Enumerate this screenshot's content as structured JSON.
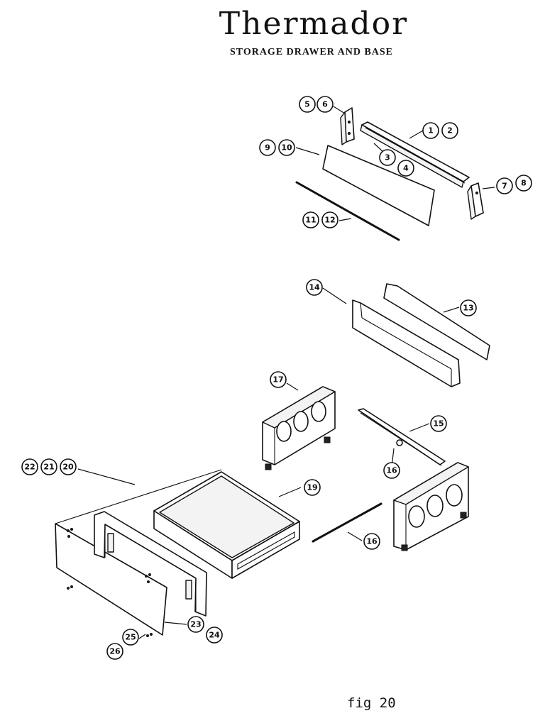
{
  "header": {
    "brand": "Thermador",
    "title": "STORAGE DRAWER AND BASE"
  },
  "footer": {
    "figure_label": "fig 20"
  },
  "callouts": {
    "c1": "1",
    "c2": "2",
    "c3": "3",
    "c4": "4",
    "c5": "5",
    "c6": "6",
    "c7": "7",
    "c8": "8",
    "c9": "9",
    "c10": "10",
    "c11": "11",
    "c12": "12",
    "c13": "13",
    "c14": "14",
    "c15": "15",
    "c16a": "16",
    "c16b": "16",
    "c17": "17",
    "c19": "19",
    "c20": "20",
    "c21": "21",
    "c22": "22",
    "c23": "23",
    "c24": "24",
    "c25": "25",
    "c26": "26"
  }
}
